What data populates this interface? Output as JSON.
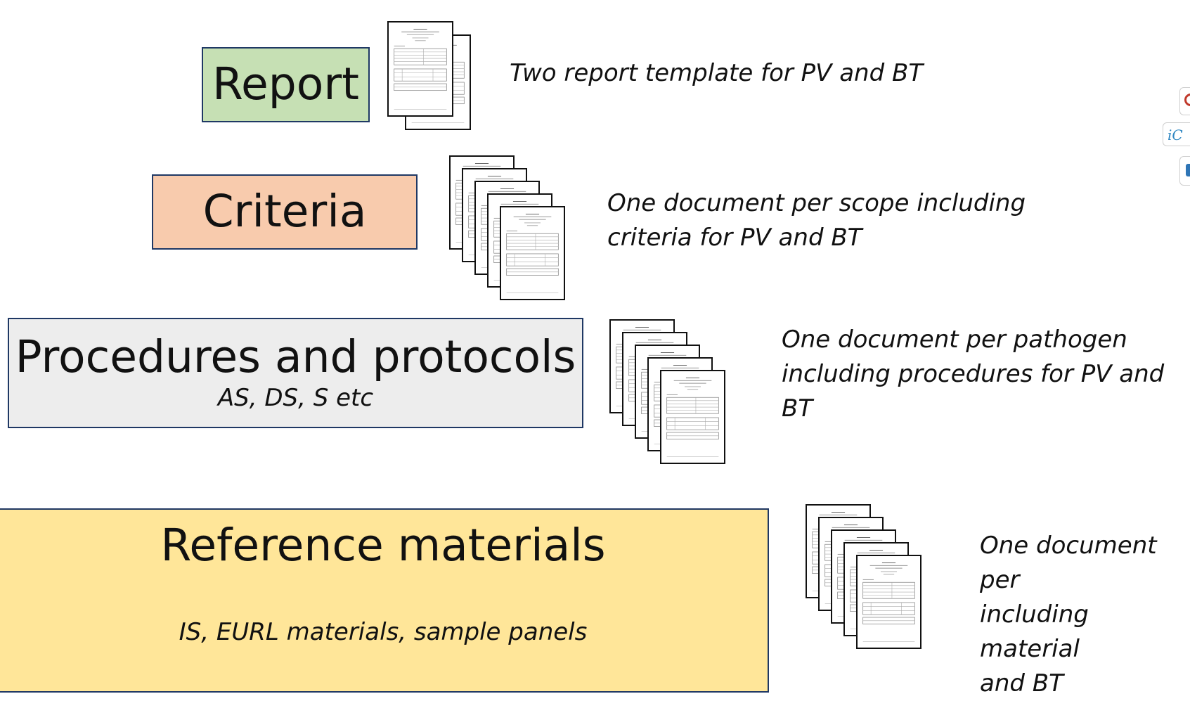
{
  "rows": [
    {
      "title": "Report",
      "subtitle": "",
      "description": "Two report template for PV and BT",
      "fill": "#c6e0b4",
      "page_count": 2
    },
    {
      "title": "Criteria",
      "subtitle": "",
      "description": "One document per scope including\ncriteria for PV and BT",
      "fill": "#f8cbad",
      "page_count": 5
    },
    {
      "title": "Procedures and protocols",
      "subtitle": "AS, DS, S etc",
      "description": "One document per pathogen\nincluding procedures for PV and BT",
      "fill": "#ededed",
      "page_count": 5
    },
    {
      "title": "Reference materials",
      "subtitle": "IS, EURL materials, sample panels",
      "description": "One document per\nincluding material\nand BT",
      "fill": "#ffe699",
      "page_count": 5
    }
  ],
  "border_color": "#1f3864",
  "edge_logos": [
    "logo-fragment",
    "logo-fragment",
    "logo-fragment"
  ]
}
